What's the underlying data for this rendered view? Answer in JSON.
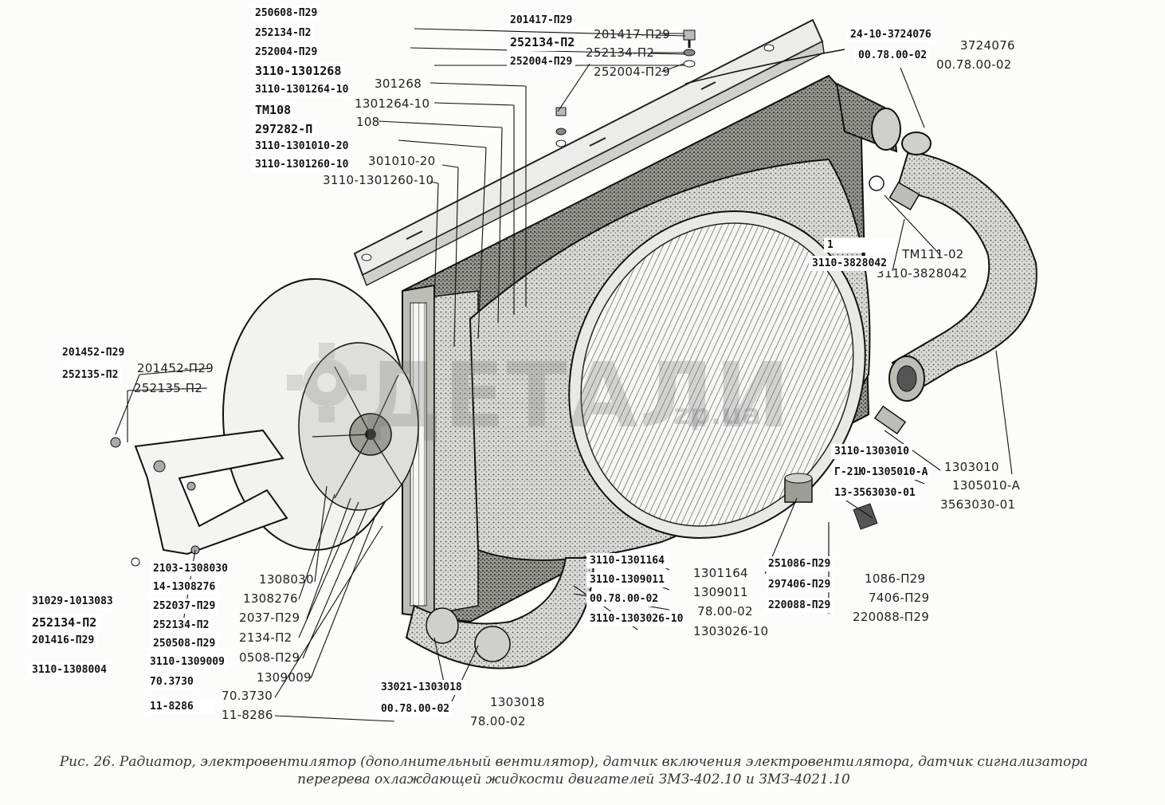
{
  "watermark": {
    "main": "ДЕТАЛИ",
    "sub": "zp.ua"
  },
  "caption": {
    "line1": "Рис. 26. Радиатор, электровентилятор (дополнительный вентилятор), датчик включения электровентилятора, датчик сигнализатора",
    "line2": "перегрева охлаждающей жидкости двигателей ЗМЗ-402.10 и ЗМЗ-4021.10"
  },
  "top_left_labels": [
    "250608-П29",
    "252134-П2",
    "252004-П29",
    "3110-1301268",
    "3110-1301264-10",
    "ТМ108",
    "297282-П",
    "3110-1301010-20",
    "3110-1301260-10"
  ],
  "top_center_labels": [
    "201417-П29",
    "252134-П2",
    "252004-П29"
  ],
  "top_right_labels": [
    "24-10-3724076",
    "00.78.00-02"
  ],
  "center_right_labels": [
    "1",
    "3110-3828042"
  ],
  "left_labels": [
    "201452-П29",
    "252135-П2"
  ],
  "right_middle_labels": [
    "3110-1303010",
    "Г-21Ю-1305010-А",
    "13-3563030-01"
  ],
  "right_lower_labels": [
    "251086-П29",
    "297406-П29",
    "220088-П29"
  ],
  "bottom_center_labels": [
    "3110-1301164",
    "3110-1309011",
    "00.78.00-02",
    "3110-1303026-10"
  ],
  "bottom_mid_labels": [
    "33021-1303018",
    "00.78.00-02"
  ],
  "bottom_left_labels": [
    "2103-1308030",
    "14-1308276",
    "252037-П29",
    "252134-П2",
    "250508-П29",
    "3110-1309009",
    "70.3730",
    "11-8286"
  ],
  "far_left_labels": [
    "31029-1013083",
    "252134-П2",
    "201416-П29",
    "3110-1308004"
  ],
  "plate_text": {
    "tm111": "ТМ111-02",
    "c3828042": "3110-3828042",
    "c3724076": "3724076",
    "c780002": "00.78.00-02",
    "c252004": "252004-П29",
    "c252134": "252134-П2",
    "c201417": "201417-П29",
    "c1301268": "301268",
    "c1301264": "1301264-10",
    "c108": "108",
    "c1301010": "301010-20",
    "c1301260": "3110-1301260-10",
    "c201452": "201452-П29",
    "c252135": "252135-П2",
    "c1303010": "1303010",
    "c1305010": "1305010-А",
    "c3563030": "3563030-01",
    "c1086": "1086-П29",
    "c7406": "7406-П29",
    "c0088": "220088-П29",
    "c1301164": "1301164",
    "c1309011": "1309011",
    "c7800b": "78.00-02",
    "c1303026": "1303026-10",
    "c1303018": "1303018",
    "c7800c": "78.00-02",
    "c1308030": "1308030",
    "c1308276": "1308276",
    "c2037": "2037-П29",
    "c2134": "2134-П2",
    "c0508": "0508-П29",
    "c1309009": "1309009",
    "c3730": "70.3730",
    "c8286": "11-8286"
  }
}
